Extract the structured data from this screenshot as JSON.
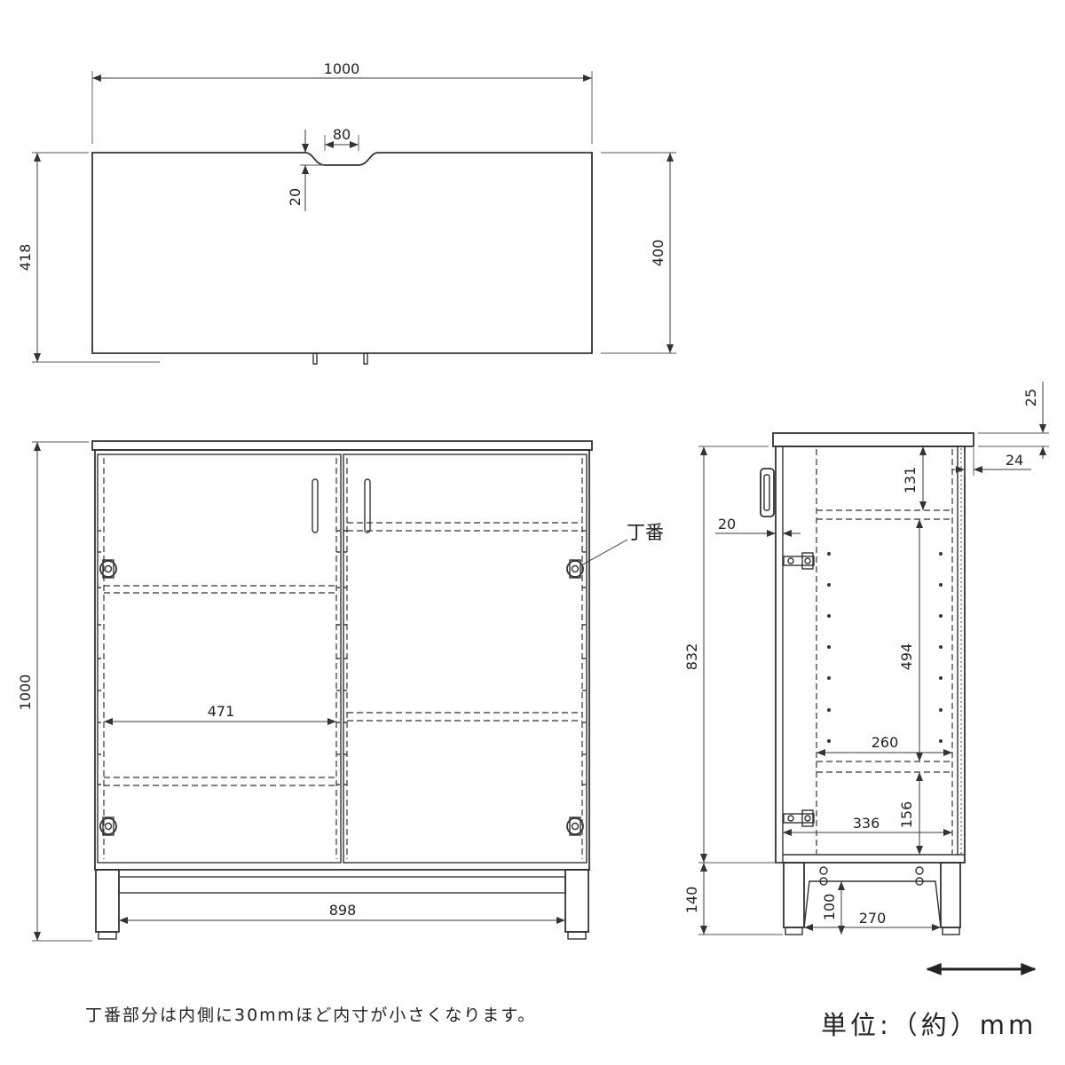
{
  "top_view": {
    "overall_width_label": "1000",
    "notch_width_label": "80",
    "notch_depth_label": "20",
    "overall_depth_label": "418",
    "top_depth_label": "400"
  },
  "front_view": {
    "overall_height_label": "1000",
    "shelf_width_label": "471",
    "leg_span_label": "898",
    "hinge_label": "丁番"
  },
  "side_view": {
    "top_thickness_label": "25",
    "top_overhang_label": "24",
    "upper_space_label": "131",
    "door_thickness_label": "20",
    "body_height_label": "832",
    "shelf_spacing_label": "494",
    "shelf_depth_label": "260",
    "inner_depth_label": "336",
    "lower_space_label": "156",
    "leg_height_label": "140",
    "stretcher_height_label": "100",
    "leg_spacing_label": "270"
  },
  "notes": {
    "hinge_note": "丁番部分は内側に30mmほど内寸が小さくなります。",
    "unit_label": "単位:（約）mm"
  },
  "icons": {
    "direction_arrow": "double-arrow-icon"
  },
  "colors": {
    "line": "#333333",
    "background": "#ffffff"
  }
}
